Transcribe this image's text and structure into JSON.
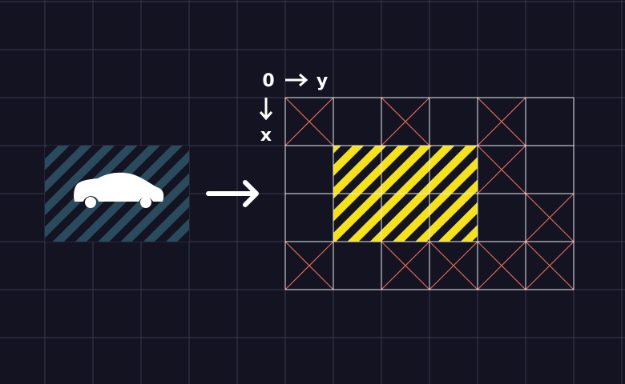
{
  "colors": {
    "background": "#141322",
    "background_grid": "#3a394b",
    "car_tile_stripe": "#2a4a5e",
    "car_tile_dark": "#141322",
    "car_silhouette": "#ffffff",
    "target_stripe": "#f5e21c",
    "target_dark": "#141322",
    "grid_outline": "#e9e9ef",
    "blocked_cross": "#d9695a",
    "text": "#ffffff"
  },
  "axis_labels": {
    "origin": "0",
    "right_arrow": "⟶",
    "y": "y",
    "down_arrow": "↓",
    "x": "x"
  },
  "icons": {
    "car": "car-icon",
    "transform_arrow": "right-arrow-icon"
  },
  "grid": {
    "rows": 4,
    "cols": 6,
    "blocked_cells": [
      [
        0,
        0
      ],
      [
        0,
        2
      ],
      [
        0,
        4
      ],
      [
        1,
        4
      ],
      [
        2,
        5
      ],
      [
        3,
        0
      ],
      [
        3,
        2
      ],
      [
        3,
        3
      ],
      [
        3,
        4
      ],
      [
        3,
        5
      ]
    ],
    "target_region": {
      "row_start": 1,
      "row_end": 2,
      "col_start": 1,
      "col_end": 3
    }
  }
}
